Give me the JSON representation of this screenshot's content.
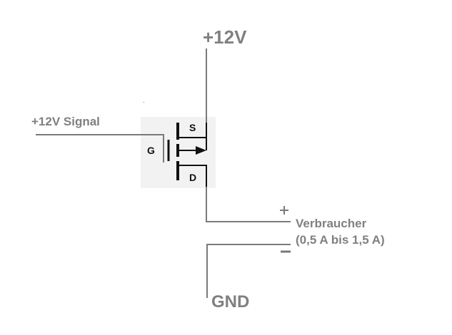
{
  "labels": {
    "supply": "+12V",
    "signal": "+12V Signal",
    "gate": "G",
    "source": "S",
    "drain": "D",
    "plus": "+",
    "minus": "-",
    "load_name": "Verbraucher",
    "load_range": "(0,5 A bis 1,5 A)",
    "ground": "GND"
  },
  "colors": {
    "wire": "#7a7a7a",
    "label": "#808080",
    "mosfet": "#111111",
    "mosfet_box": "#f2f2f2"
  }
}
